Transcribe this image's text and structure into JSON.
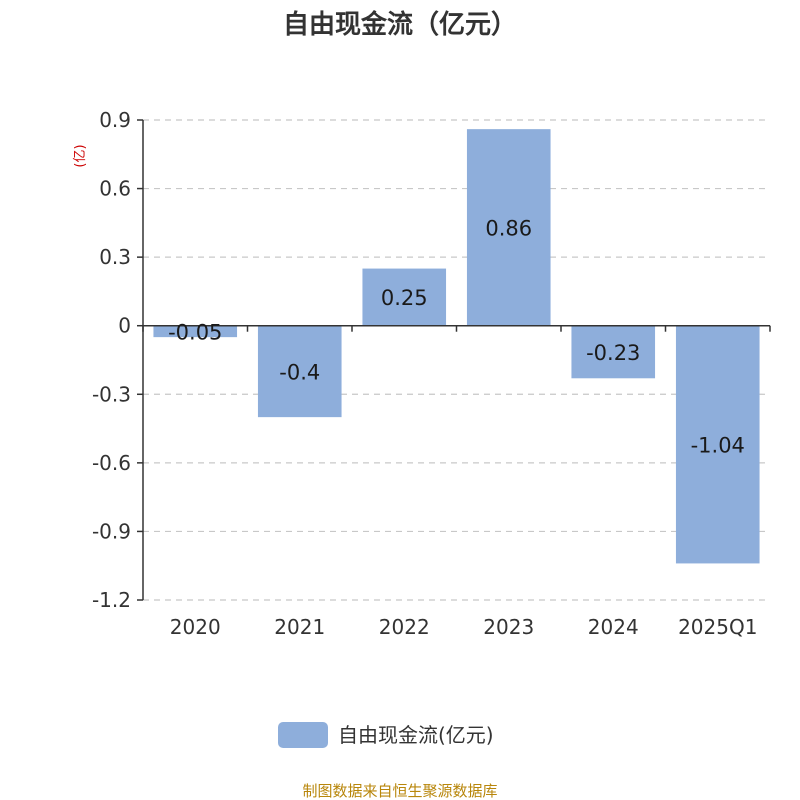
{
  "chart_data": {
    "type": "bar",
    "title": "自由现金流（亿元）",
    "ylabel": "(亿)",
    "categories": [
      "2020",
      "2021",
      "2022",
      "2023",
      "2024",
      "2025Q1"
    ],
    "series": [
      {
        "name": "自由现金流(亿元)",
        "values": [
          -0.05,
          -0.4,
          0.25,
          0.86,
          -0.23,
          -1.04
        ]
      }
    ],
    "data_labels": [
      "-0.05",
      "-0.4",
      "0.25",
      "0.86",
      "-0.23",
      "-1.04"
    ],
    "ylim": [
      -1.2,
      0.9
    ],
    "yticks": [
      0.9,
      0.6,
      0.3,
      0,
      -0.3,
      -0.6,
      -0.9,
      -1.2
    ],
    "ytick_labels": [
      "0.9",
      "0.6",
      "0.3",
      "0",
      "-0.3",
      "-0.6",
      "-0.9",
      "-1.2"
    ],
    "grid": true,
    "legend_position": "bottom-center",
    "bar_color": "#8eaedb"
  },
  "source": "制图数据来自恒生聚源数据库"
}
